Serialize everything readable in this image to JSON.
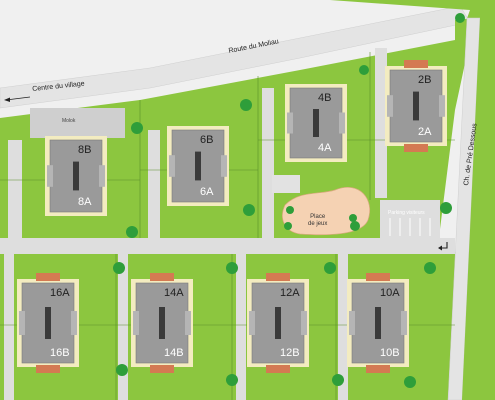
{
  "roads": {
    "route_du_moliau": "Route du Moliau",
    "centre_du_village": "Centre du village",
    "ch_pre_dessous": "Ch. de Pré Dessous"
  },
  "labels": {
    "moloks": "Molok",
    "parking_visiteurs": "Parking visiteurs",
    "place_de_jeux_line1": "Place",
    "place_de_jeux_line2": "de jeux"
  },
  "buildings": [
    {
      "id": "8",
      "top": "8B",
      "bottom": "8A"
    },
    {
      "id": "6",
      "top": "6B",
      "bottom": "6A"
    },
    {
      "id": "4",
      "top": "4B",
      "bottom": "4A"
    },
    {
      "id": "2",
      "top": "2B",
      "bottom": "2A"
    },
    {
      "id": "16",
      "top": "16A",
      "bottom": "16B"
    },
    {
      "id": "14",
      "top": "14A",
      "bottom": "14B"
    },
    {
      "id": "12",
      "top": "12A",
      "bottom": "12B"
    },
    {
      "id": "10",
      "top": "10A",
      "bottom": "10B"
    }
  ],
  "colors": {
    "lawn": "#8cc63f",
    "road": "#dcdcdc",
    "roof": "#9a9a9a",
    "terrace": "#f3ecc0",
    "garage": "#d47a52",
    "tree": "#2e9e3a",
    "playground": "#f5d2b3"
  }
}
